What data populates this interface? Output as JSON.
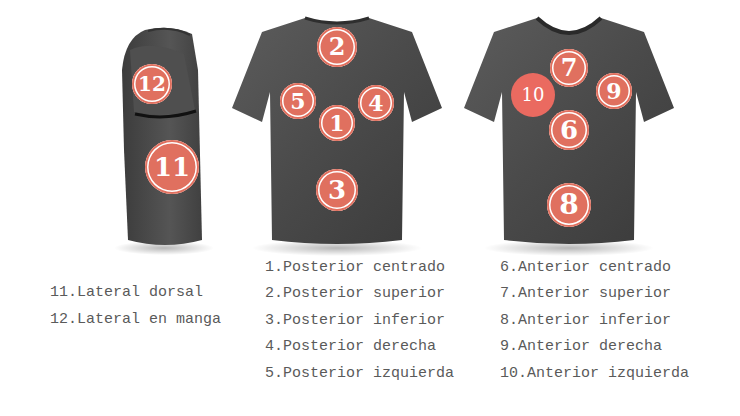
{
  "diagram": {
    "nodes": [
      {
        "text": [
          "12"
        ]
      },
      {
        "text": [
          "11"
        ]
      },
      {
        "text": [
          "2"
        ]
      },
      {
        "text": [
          "5"
        ]
      },
      {
        "text": [
          "4"
        ]
      },
      {
        "text": [
          "1"
        ]
      },
      {
        "text": [
          "3"
        ]
      },
      {
        "text": [
          "7"
        ]
      },
      {
        "text": [
          "10"
        ]
      },
      {
        "text": [
          "9"
        ]
      },
      {
        "text": [
          "6"
        ]
      },
      {
        "text": [
          "8"
        ]
      }
    ],
    "labels": [
      "11.Lateral dorsal",
      "12.Lateral en manga",
      "1.Posterior centrado",
      "2.Posterior superior",
      "3.Posterior inferior",
      "4.Posterior derecha",
      "5.Posterior izquierda",
      "6.Anterior centrado",
      "7.Anterior superior",
      "8.Anterior inferior",
      "9.Anterior derecha",
      "10.Anterior izquierda"
    ]
  }
}
